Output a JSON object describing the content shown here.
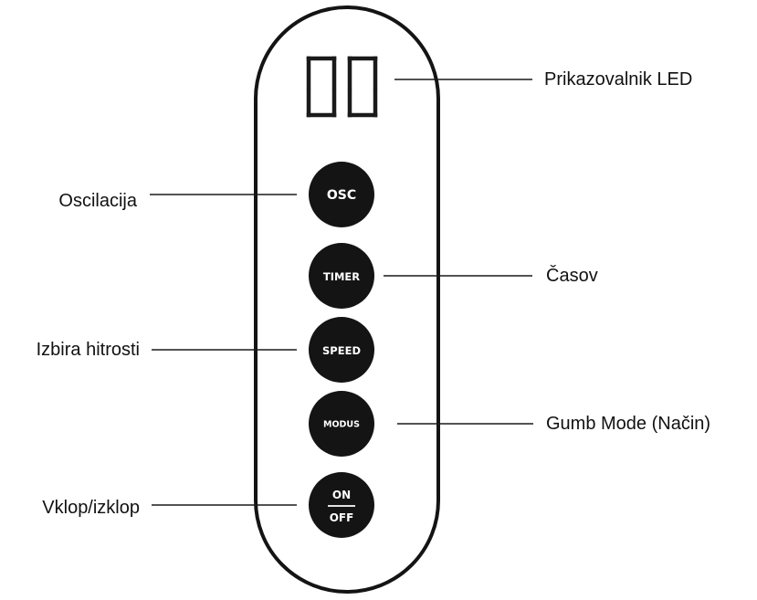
{
  "remote": {
    "display": {
      "digits": "00",
      "label": "Prikazovalnik LED"
    },
    "buttons": [
      {
        "id": "osc",
        "text": "OSC",
        "label": "Oscilacija",
        "side": "left"
      },
      {
        "id": "timer",
        "text": "TIMER",
        "label": "Časov",
        "side": "right"
      },
      {
        "id": "speed",
        "text": "SPEED",
        "label": "Izbira hitrosti",
        "side": "left"
      },
      {
        "id": "modus",
        "text": "MODUS",
        "label": "Gumb Mode (Način)",
        "side": "right"
      },
      {
        "id": "power",
        "text_top": "ON",
        "text_bottom": "OFF",
        "label": "Vklop/izklop",
        "side": "left"
      }
    ]
  },
  "colors": {
    "button_fill": "#141414",
    "button_text": "#ffffff",
    "outline": "#141414"
  }
}
